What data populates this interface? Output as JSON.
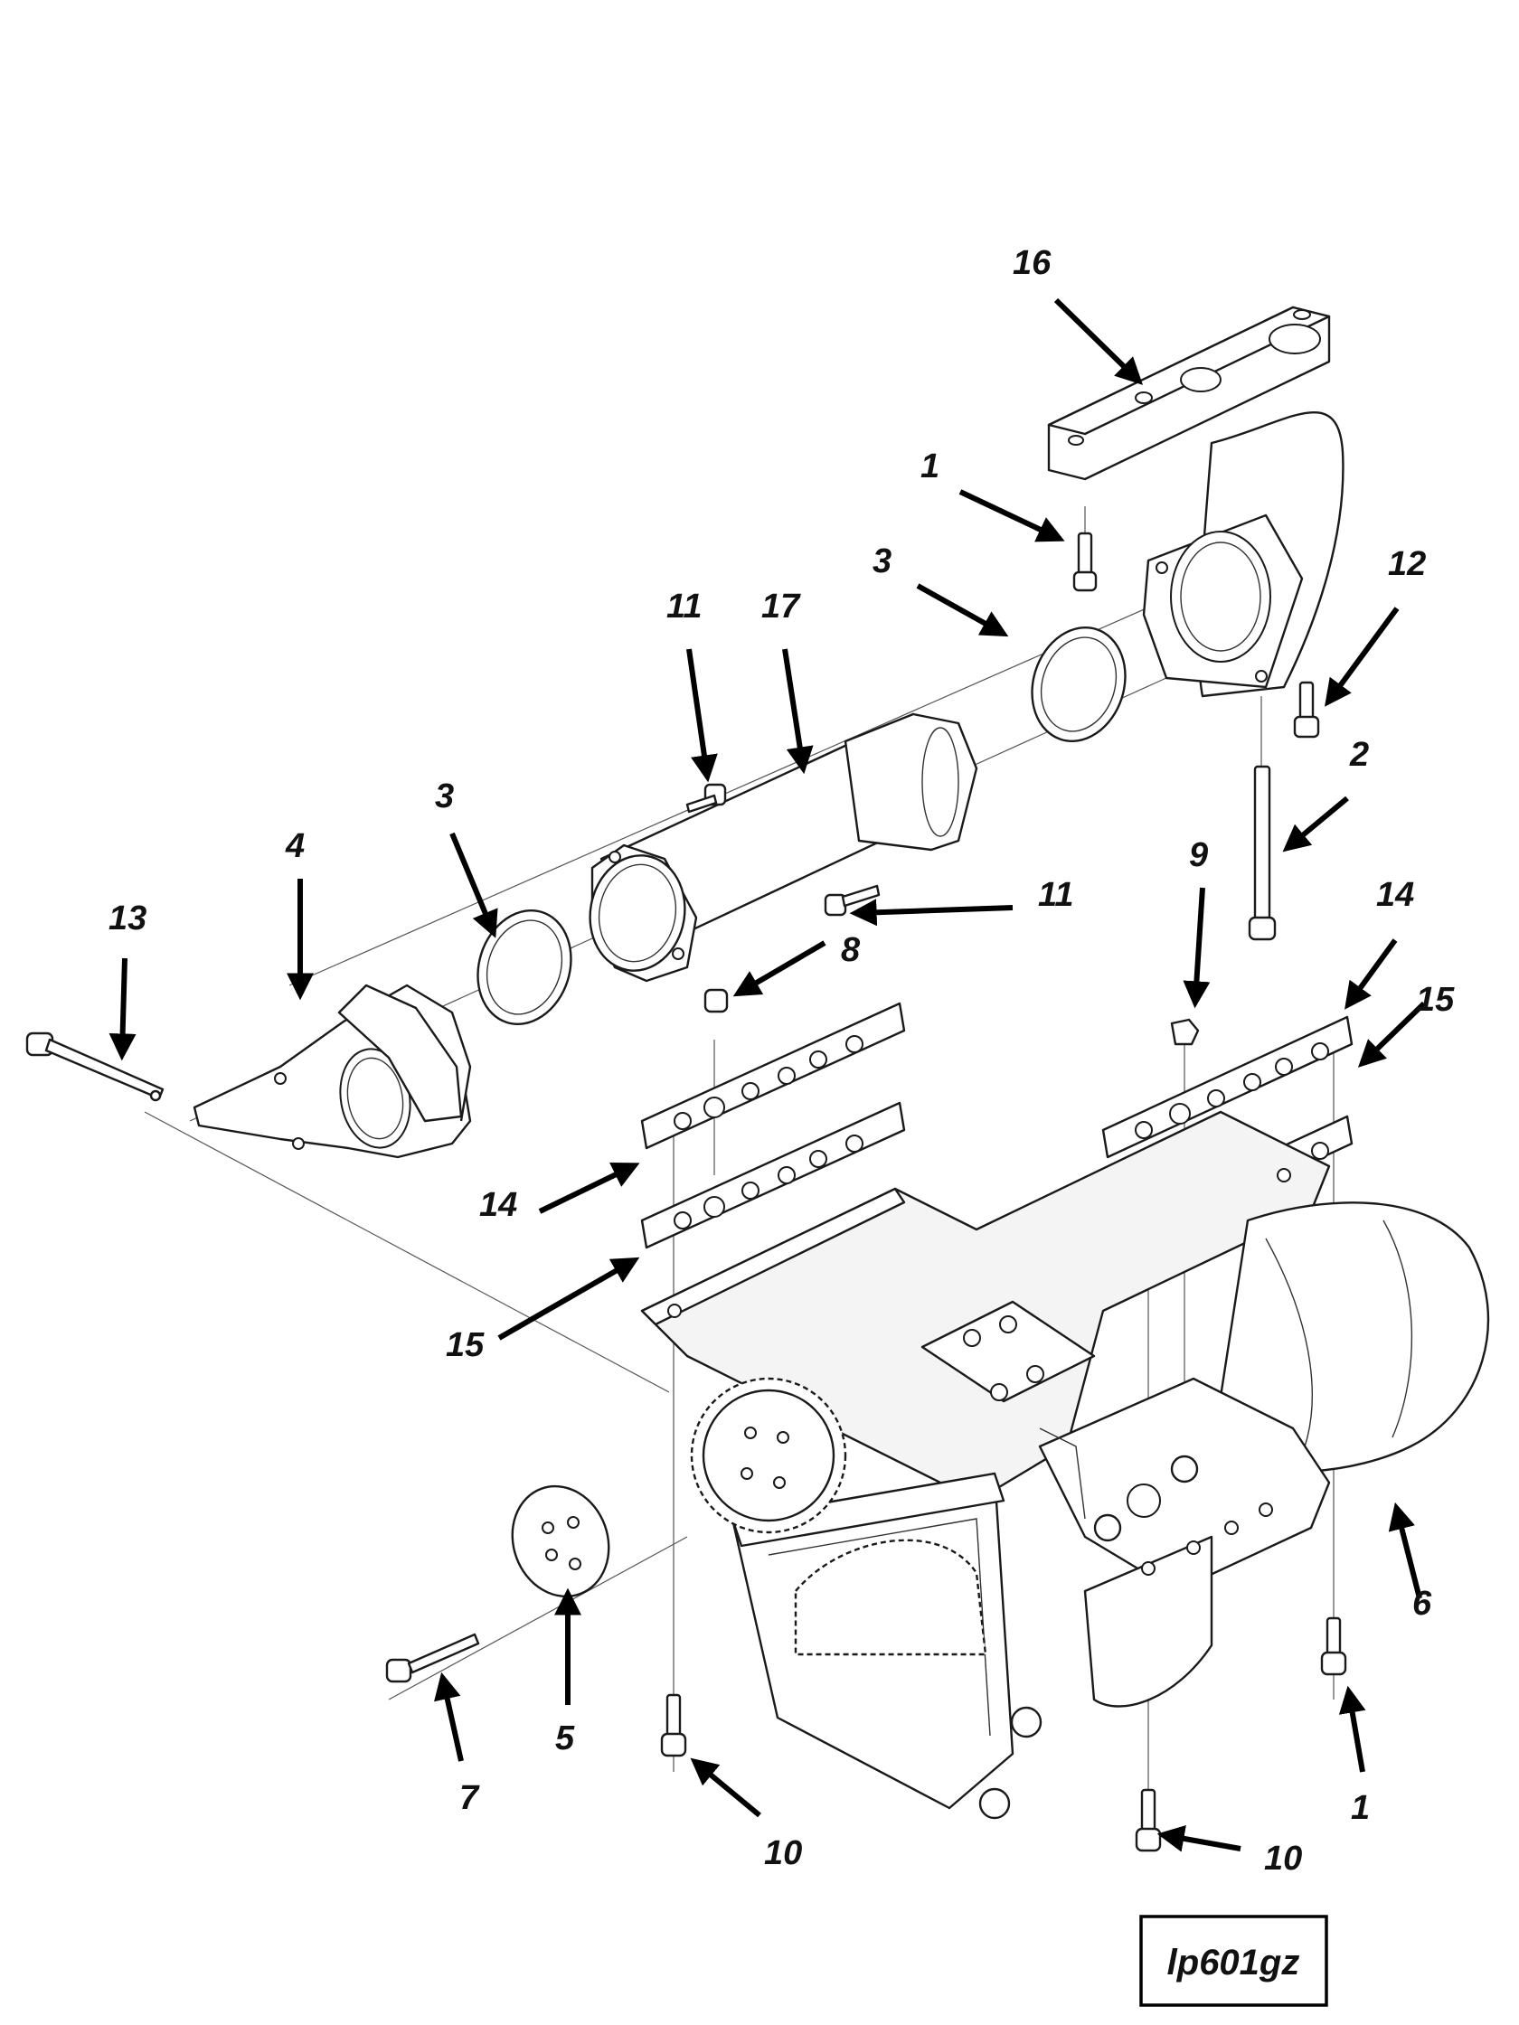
{
  "figure": {
    "id_label": "lp601gz"
  },
  "callouts": [
    {
      "key": "c16",
      "label": "16"
    },
    {
      "key": "c1a",
      "label": "1"
    },
    {
      "key": "c3a",
      "label": "3"
    },
    {
      "key": "c12",
      "label": "12"
    },
    {
      "key": "c11a",
      "label": "11"
    },
    {
      "key": "c17",
      "label": "17"
    },
    {
      "key": "c2",
      "label": "2"
    },
    {
      "key": "c3b",
      "label": "3"
    },
    {
      "key": "c4",
      "label": "4"
    },
    {
      "key": "c13",
      "label": "13"
    },
    {
      "key": "c11b",
      "label": "11"
    },
    {
      "key": "c8",
      "label": "8"
    },
    {
      "key": "c9",
      "label": "9"
    },
    {
      "key": "c14a",
      "label": "14"
    },
    {
      "key": "c15a",
      "label": "15"
    },
    {
      "key": "c14b",
      "label": "14"
    },
    {
      "key": "c15b",
      "label": "15"
    },
    {
      "key": "c6",
      "label": "6"
    },
    {
      "key": "c5",
      "label": "5"
    },
    {
      "key": "c7",
      "label": "7"
    },
    {
      "key": "c10a",
      "label": "10"
    },
    {
      "key": "c10b",
      "label": "10"
    },
    {
      "key": "c1b",
      "label": "1"
    }
  ]
}
